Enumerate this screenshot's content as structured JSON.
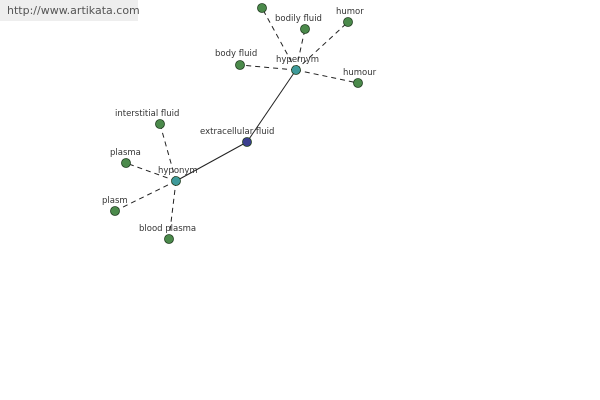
{
  "banner": {
    "url": "http://www.artikata.com"
  },
  "colors": {
    "leaf": "#4b8a4b",
    "hub": "#3e9a9a",
    "center": "#3b3f8f"
  },
  "graph": {
    "center": {
      "label": "extracellular fluid"
    },
    "hubs": [
      {
        "id": "hypernym",
        "label": "hypernym"
      },
      {
        "id": "hyponym",
        "label": "hyponym"
      }
    ],
    "leaves": [
      {
        "hub": "hypernym",
        "label": ""
      },
      {
        "hub": "hypernym",
        "label": "bodily fluid"
      },
      {
        "hub": "hypernym",
        "label": "humor"
      },
      {
        "hub": "hypernym",
        "label": "body fluid"
      },
      {
        "hub": "hypernym",
        "label": "humour"
      },
      {
        "hub": "hyponym",
        "label": "interstitial fluid"
      },
      {
        "hub": "hyponym",
        "label": "plasma"
      },
      {
        "hub": "hyponym",
        "label": "plasm"
      },
      {
        "hub": "hyponym",
        "label": "blood plasma"
      }
    ]
  }
}
